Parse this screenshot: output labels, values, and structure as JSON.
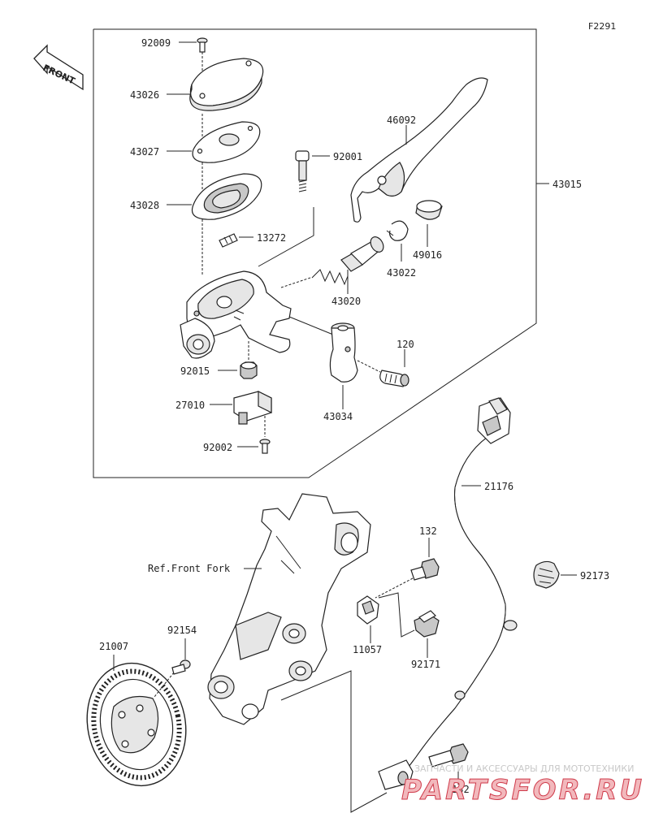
{
  "figure_code": "F2291",
  "front_label": "FRONT",
  "callouts": {
    "p92009": "92009",
    "p43026": "43026",
    "p43027": "43027",
    "p43028": "43028",
    "p92001": "92001",
    "p46092": "46092",
    "p43015": "43015",
    "p13272": "13272",
    "p49016": "49016",
    "p43022": "43022",
    "p43020": "43020",
    "p92015": "92015",
    "p120": "120",
    "p27010": "27010",
    "p43034": "43034",
    "p92002": "92002",
    "p21176": "21176",
    "p132a": "132",
    "ref_front_fork": "Ref.Front Fork",
    "p92173": "92173",
    "p92154": "92154",
    "p21007": "21007",
    "p11057": "11057",
    "p92171": "92171",
    "p132b": "132"
  },
  "watermark": {
    "tagline": "ЗАПЧАСТИ И АКСЕССУАРЫ ДЛЯ МОТОТЕХНИКИ",
    "brand": "PARTSFOR.RU"
  }
}
